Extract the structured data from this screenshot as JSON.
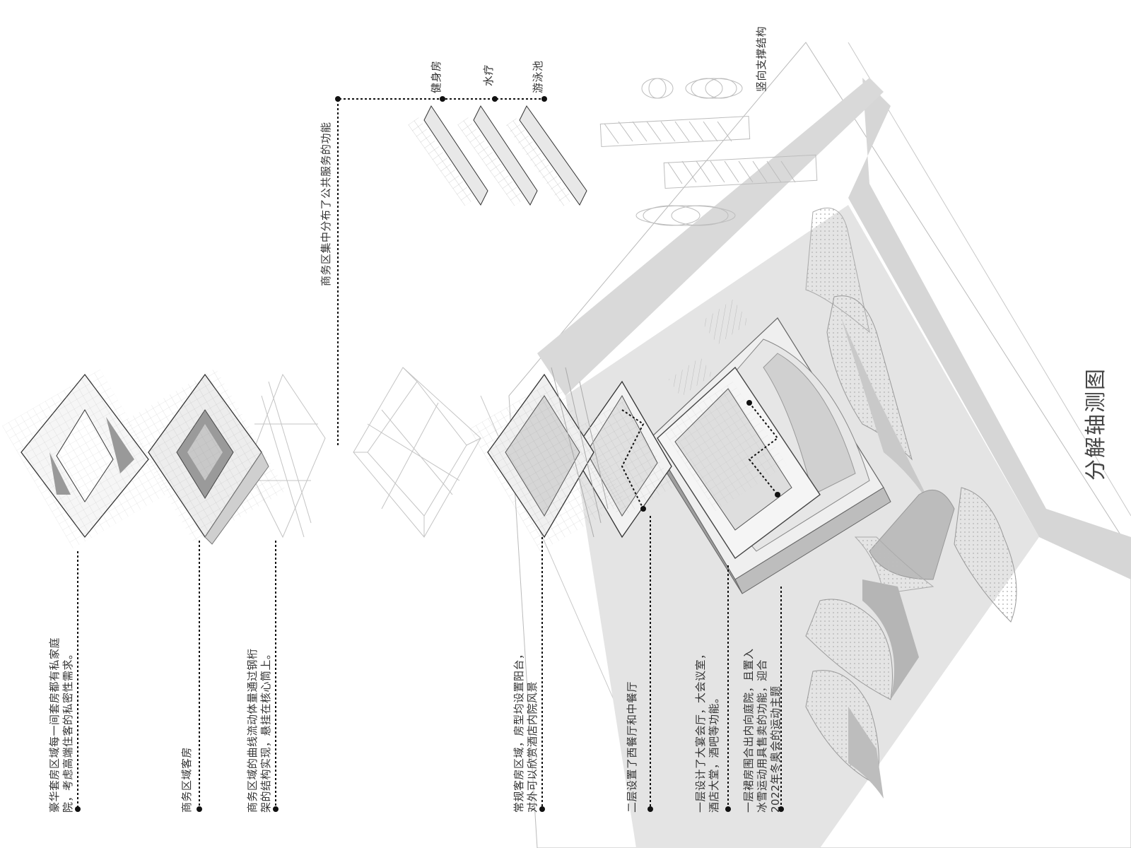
{
  "title": "分解轴测图",
  "annotations": {
    "luxury_suite": {
      "line1": "豪华套房区域每一间套房都有私家庭",
      "line2": "院，考虑高端住客的私密性需求。"
    },
    "business_rooms": {
      "line1": "商务区域客房"
    },
    "steel_truss": {
      "line1": "商务区域的曲线流动体量通过钢桁",
      "line2": "架的结构实现，悬挂在核心筒上。"
    },
    "public_service": {
      "line1": "商务区集中分布了公共服务的功能"
    },
    "regular_rooms": {
      "line1": "常规客房区域，房型均设置阳台，",
      "line2": "对外可以欣赏酒店内院风景"
    },
    "restaurants": {
      "line1": "二层设置了西餐厅和中餐厅"
    },
    "ground_floor": {
      "line1": "一层设计了大宴会厅，大会议室，",
      "line2": "酒店大堂，酒吧等功能。"
    },
    "podium": {
      "line1": "一层裙房围合出内向庭院，且置入",
      "line2": "冰雪运动用具售卖的功能，迎合",
      "line3": "2022年冬奥会的运动主题"
    },
    "gym": {
      "label": "健身房"
    },
    "spa": {
      "label": "水疗"
    },
    "pool": {
      "label": "游泳池"
    },
    "vertical_structure": {
      "label": "竖向支撑结构"
    }
  }
}
